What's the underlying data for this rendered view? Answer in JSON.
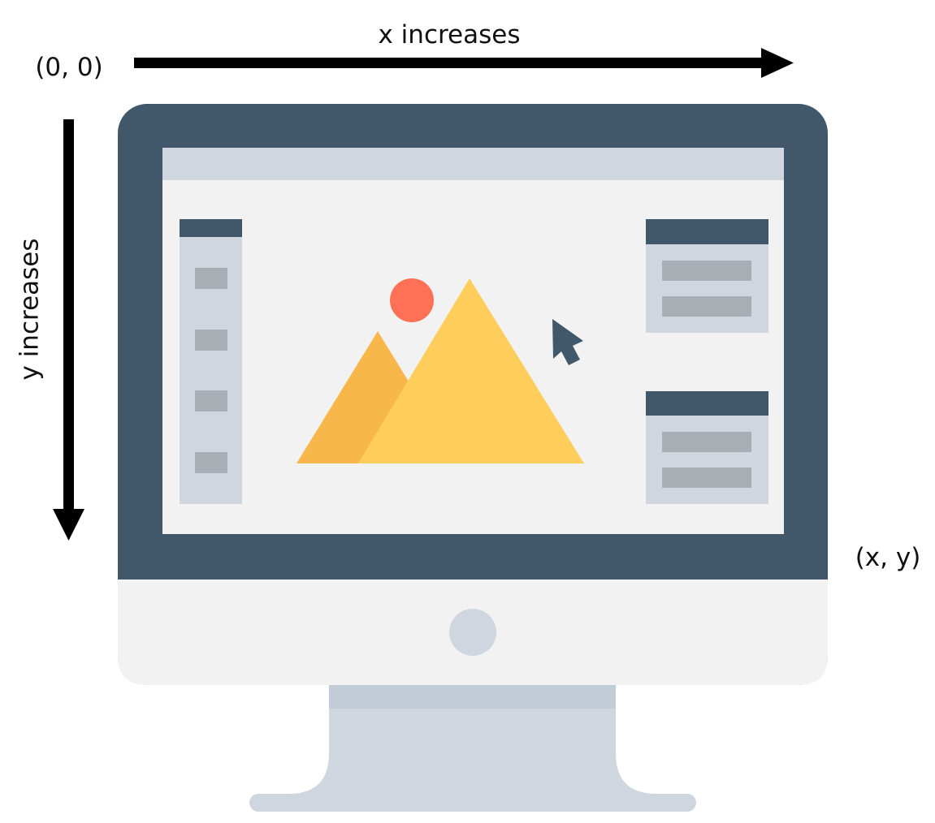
{
  "labels": {
    "origin": "(0, 0)",
    "x_axis": "x increases",
    "y_axis": "y increases",
    "point": "(x, y)"
  },
  "colors": {
    "text": "#111111",
    "arrow": "#000000",
    "bezel": "#41586a",
    "screen_bg": "#f2f2f2",
    "title_bar": "#cfd6e0",
    "panel": "#cfd6e0",
    "panel_header": "#41586a",
    "panel_item": "#a9aeb5",
    "sun": "#ff7157",
    "mountain_back": "#f8b74b",
    "mountain_front": "#ffcd5c",
    "cursor": "#41586a",
    "chin": "#f2f2f2",
    "power_button": "#cfd6e0",
    "stand": "#cfd6e0",
    "stand_shadow": "#c2ccd7"
  },
  "icons": {
    "cursor": "mouse-pointer-icon",
    "image": "landscape-image-icon",
    "power": "power-button-icon"
  }
}
